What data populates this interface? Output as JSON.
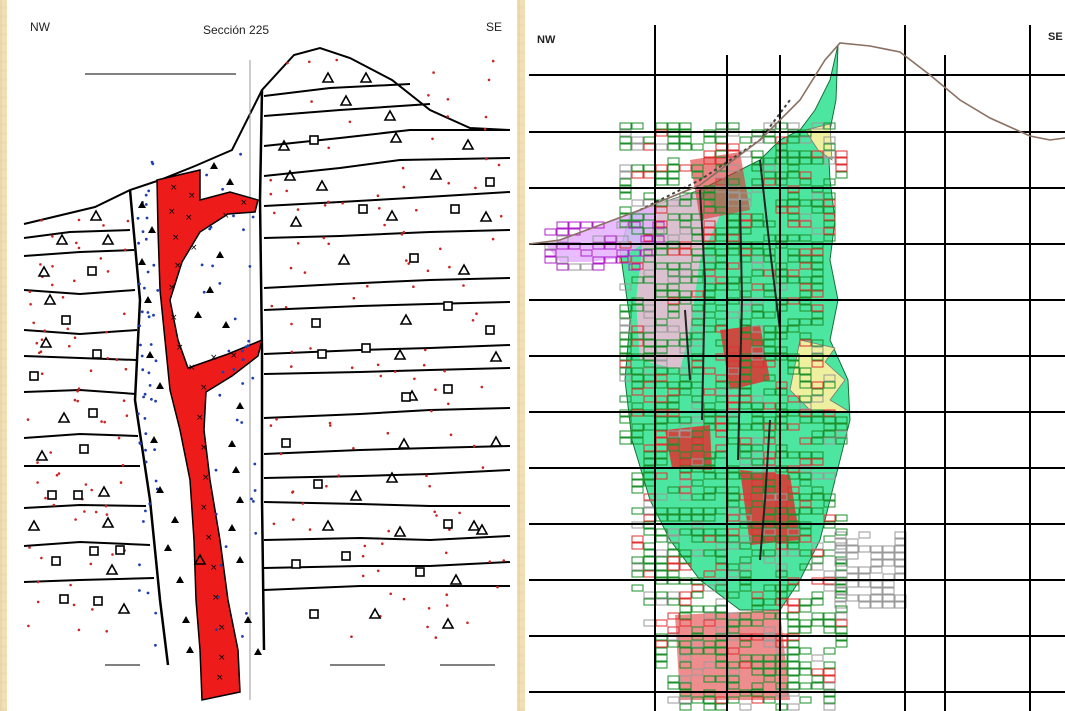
{
  "left_section": {
    "label_nw": "NW",
    "label_se": "SE",
    "title": "Sección 225"
  },
  "right_section": {
    "label_nw": "NW",
    "label_se": "SE"
  },
  "colors": {
    "intrusive_body": "#ee1b1b",
    "breccia_dots": "#1f3fb0",
    "strata_dots": "#cc2222",
    "block_grid_green": "#1a8f2a",
    "block_grid_red": "#e03030",
    "block_grid_magenta": "#b020c8",
    "block_grid_gray": "#9a9a9a",
    "zone_green": "#4de6a0",
    "zone_pink": "#f5b8d8",
    "zone_yellow": "#eef0a0",
    "topography": "#8a7060"
  }
}
